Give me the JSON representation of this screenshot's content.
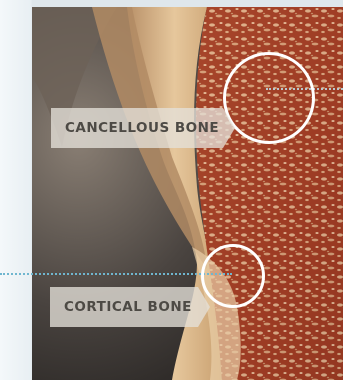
{
  "scene": {
    "description_icon": "bone-cross-section-illustration"
  },
  "labels": {
    "cancellous": "CANCELLOUS BONE",
    "cortical": "CORTICAL BONE"
  },
  "colors": {
    "label_bg": "#e4e0d8",
    "label_text": "#4d4a45",
    "callout_ring": "#ffffff",
    "pointer_dots": "#6fb6cf",
    "cancellous_tissue": "#a8452a",
    "cortical_shell": "#d9b58a"
  }
}
